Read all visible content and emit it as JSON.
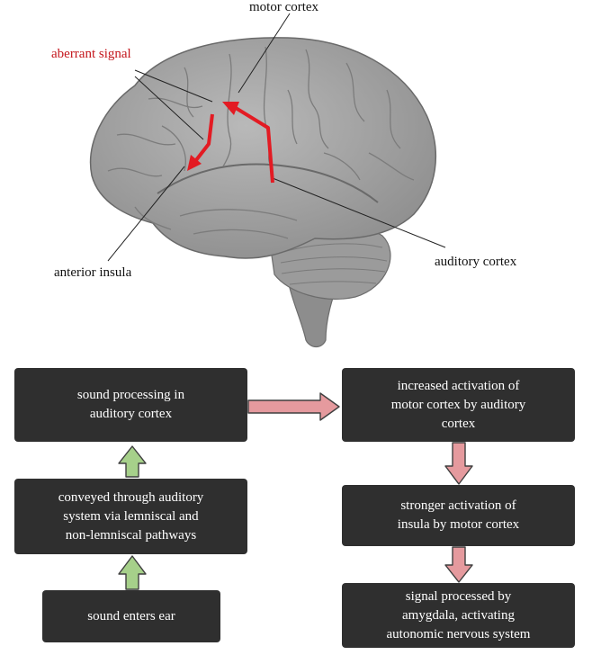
{
  "brain": {
    "labels": {
      "motor_cortex": "motor cortex",
      "aberrant_signal": "aberrant signal",
      "anterior_insula": "anterior insula",
      "auditory_cortex": "auditory cortex"
    }
  },
  "flowchart": {
    "left_column": [
      "sound processing in\nauditory cortex",
      "conveyed through auditory\nsystem via lemniscal and\nnon-lemniscal pathways",
      "sound enters ear"
    ],
    "right_column": [
      "increased activation of\nmotor cortex by auditory\ncortex",
      "stronger activation of\ninsula by motor cortex",
      "signal processed by\namygdala, activating\nautonomic nervous system"
    ]
  },
  "colors": {
    "box_fill": "#2f2f2f",
    "green_arrow": "#a6d08a",
    "pink_arrow": "#e59a9e",
    "signal_red": "#e31b23"
  }
}
